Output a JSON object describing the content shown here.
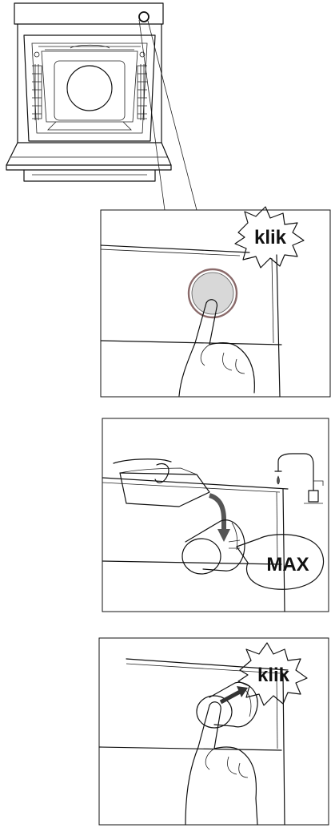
{
  "oven_overview": {
    "callout_icon": "circle-callout-icon"
  },
  "step1": {
    "burst_label": "klik",
    "icon": "press-button-icon"
  },
  "step2": {
    "bubble_label": "MAX",
    "icon": "water-fill-icon",
    "faucet_icon": "faucet-icon"
  },
  "step3": {
    "burst_label": "klik",
    "icon": "push-container-icon"
  }
}
